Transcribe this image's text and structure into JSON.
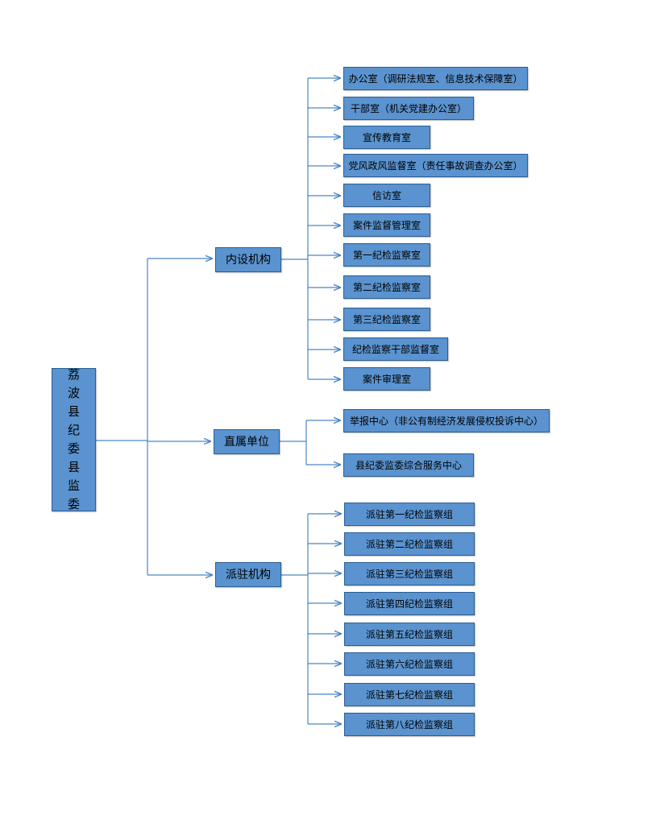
{
  "root": {
    "label": "荔波县纪委县监委",
    "chars": [
      "荔",
      "波",
      "县",
      "纪",
      "委",
      "县",
      "监",
      "委"
    ]
  },
  "groups": [
    {
      "id": "neishe",
      "label": "内设机构",
      "children": [
        "办公室（调研法规室、信息技术保障室）",
        "干部室（机关党建办公室）",
        "宣传教育室",
        "党风政风监督室（责任事故调查办公室）",
        "信访室",
        "案件监督管理室",
        "第一纪检监察室",
        "第二纪检监察室",
        "第三纪检监察室",
        "纪检监察干部监督室",
        "案件审理室"
      ]
    },
    {
      "id": "zhishu",
      "label": "直属单位",
      "children": [
        "举报中心（非公有制经济发展侵权投诉中心）",
        "县纪委监委综合服务中心"
      ]
    },
    {
      "id": "paizhu",
      "label": "派驻机构",
      "children": [
        "派驻第一纪检监察组",
        "派驻第二纪检监察组",
        "派驻第三纪检监察组",
        "派驻第四纪检监察组",
        "派驻第五纪检监察组",
        "派驻第六纪检监察组",
        "派驻第七纪检监察组",
        "派驻第八纪检监察组"
      ]
    }
  ],
  "colors": {
    "box_fill": "#5a93cf",
    "box_border": "#2b5e93",
    "connector": "#4a86c5",
    "text": "#000000"
  }
}
